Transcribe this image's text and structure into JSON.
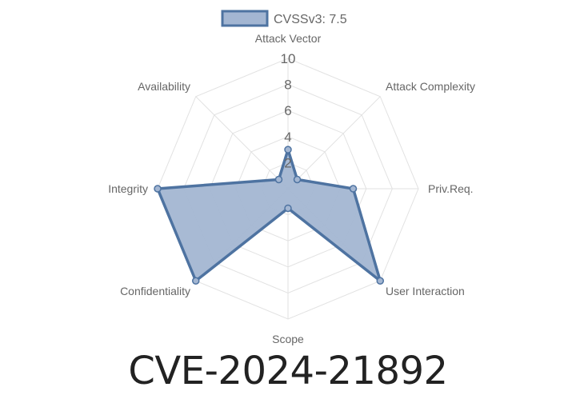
{
  "page": {
    "title": "CVE-2024-21892"
  },
  "chart_data": {
    "type": "radar",
    "axes": [
      "Attack Vector",
      "Attack Complexity",
      "Priv.Req.",
      "User Interaction",
      "Scope",
      "Confidentiality",
      "Integrity",
      "Availability"
    ],
    "ticks": [
      "2",
      "4",
      "6",
      "8",
      "10"
    ],
    "range": [
      0,
      10
    ],
    "legend_position": "top",
    "series": [
      {
        "name": "CVSSv3: 7.5",
        "values": [
          3.0,
          1.0,
          5.0,
          10.0,
          1.5,
          10.0,
          10.0,
          1.0
        ],
        "stroke": "#4e73a1",
        "fill": "#a3b6d2"
      }
    ],
    "grid_color": "#e2e2e2"
  }
}
